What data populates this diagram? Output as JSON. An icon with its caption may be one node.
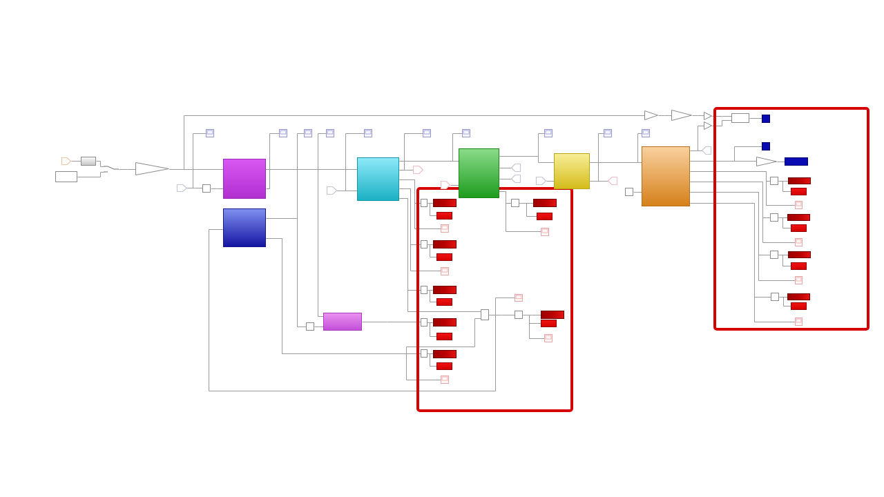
{
  "diagram": {
    "nodes": [
      {
        "text": [],
        "shape": "tag"
      },
      {
        "text": [],
        "shape": "box"
      },
      {
        "text": [],
        "shape": "box"
      },
      {
        "text": [],
        "shape": "switch"
      },
      {
        "text": [],
        "shape": "triangle"
      },
      {
        "text": [],
        "shape": "tag"
      },
      {
        "text": [],
        "shape": "box"
      },
      {
        "text": [],
        "shape": "box"
      },
      {
        "text": [],
        "shape": "box"
      },
      {
        "text": [],
        "shape": "box"
      },
      {
        "text": [],
        "shape": "box"
      },
      {
        "text": [],
        "shape": "box"
      },
      {
        "text": [],
        "shape": "box"
      },
      {
        "text": [],
        "shape": "box"
      },
      {
        "text": [],
        "shape": "box"
      },
      {
        "text": [],
        "shape": "tag"
      },
      {
        "text": [],
        "shape": "box"
      },
      {
        "text": [],
        "shape": "box"
      },
      {
        "text": [],
        "shape": "box"
      },
      {
        "text": [],
        "shape": "tag"
      },
      {
        "text": [],
        "shape": "box"
      },
      {
        "text": [],
        "shape": "box"
      },
      {
        "text": [],
        "shape": "tag"
      },
      {
        "text": [],
        "shape": "tag"
      },
      {
        "text": [],
        "shape": "box"
      },
      {
        "text": [],
        "shape": "tag"
      },
      {
        "text": [],
        "shape": "box"
      },
      {
        "text": [],
        "shape": "tag"
      },
      {
        "text": [],
        "shape": "box"
      },
      {
        "text": [],
        "shape": "box"
      },
      {
        "text": [],
        "shape": "box"
      },
      {
        "text": [],
        "shape": "box"
      },
      {
        "text": [],
        "shape": "triangle"
      },
      {
        "text": [],
        "shape": "triangle"
      },
      {
        "text": [],
        "shape": "triangle"
      },
      {
        "text": [],
        "shape": "triangle"
      },
      {
        "text": [],
        "shape": "tag"
      },
      {
        "text": [],
        "shape": "box"
      },
      {
        "text": [],
        "shape": "box"
      },
      {
        "text": [],
        "shape": "box"
      },
      {
        "text": [],
        "shape": "triangle"
      },
      {
        "text": [],
        "shape": "box"
      },
      {
        "text": [],
        "shape": "box"
      },
      {
        "text": [],
        "shape": "box"
      },
      {
        "text": [],
        "shape": "box"
      },
      {
        "text": [],
        "shape": "box"
      },
      {
        "text": [],
        "shape": "box"
      },
      {
        "text": [],
        "shape": "box"
      },
      {
        "text": [],
        "shape": "box"
      },
      {
        "text": [],
        "shape": "box"
      },
      {
        "text": [],
        "shape": "box"
      },
      {
        "text": [],
        "shape": "box"
      },
      {
        "text": [],
        "shape": "box"
      },
      {
        "text": [],
        "shape": "box"
      },
      {
        "text": [],
        "shape": "box"
      },
      {
        "text": [],
        "shape": "box"
      },
      {
        "text": [],
        "shape": "box"
      },
      {
        "text": [],
        "shape": "box"
      },
      {
        "text": [],
        "shape": "box"
      },
      {
        "text": [],
        "shape": "box"
      },
      {
        "text": [],
        "shape": "box"
      },
      {
        "text": [],
        "shape": "box"
      },
      {
        "text": [],
        "shape": "box"
      },
      {
        "text": [],
        "shape": "box"
      },
      {
        "text": [],
        "shape": "box"
      },
      {
        "text": [],
        "shape": "box"
      },
      {
        "text": [],
        "shape": "box"
      },
      {
        "text": [],
        "shape": "box"
      },
      {
        "text": [],
        "shape": "box"
      },
      {
        "text": [],
        "shape": "box"
      },
      {
        "text": [],
        "shape": "box"
      },
      {
        "text": [],
        "shape": "box"
      },
      {
        "text": [],
        "shape": "box"
      },
      {
        "text": [],
        "shape": "box"
      },
      {
        "text": [],
        "shape": "box"
      },
      {
        "text": [],
        "shape": "box"
      },
      {
        "text": [],
        "shape": "box"
      },
      {
        "text": [],
        "shape": "box"
      },
      {
        "text": [],
        "shape": "box"
      },
      {
        "text": [],
        "shape": "box"
      },
      {
        "text": [],
        "shape": "box"
      },
      {
        "text": [],
        "shape": "box"
      },
      {
        "text": [],
        "shape": "box"
      },
      {
        "text": [],
        "shape": "box"
      },
      {
        "text": [],
        "shape": "box"
      },
      {
        "text": [],
        "shape": "box"
      },
      {
        "text": [],
        "shape": "tag"
      }
    ],
    "edges": [
      {
        "from": 0,
        "to": 1,
        "arrow": "none"
      },
      {
        "from": 1,
        "to": 3,
        "arrow": "none"
      },
      {
        "from": 2,
        "to": 3,
        "arrow": "none"
      },
      {
        "from": 3,
        "to": 4,
        "arrow": "none"
      },
      {
        "from": 4,
        "to": 8,
        "arrow": "none"
      },
      {
        "from": 4,
        "to": 32,
        "arrow": "none"
      },
      {
        "from": 5,
        "to": 6,
        "arrow": "none"
      },
      {
        "from": 5,
        "to": 7,
        "arrow": "none"
      },
      {
        "from": 6,
        "to": 8,
        "arrow": "none"
      },
      {
        "from": 8,
        "to": 17,
        "arrow": "none"
      },
      {
        "from": 8,
        "to": 12,
        "arrow": "none"
      },
      {
        "from": 8,
        "to": 14,
        "arrow": "none"
      },
      {
        "from": 8,
        "to": 10,
        "arrow": "none"
      },
      {
        "from": 9,
        "to": 11,
        "arrow": "none"
      },
      {
        "from": 9,
        "to": 13,
        "arrow": "none"
      },
      {
        "from": 13,
        "to": 14,
        "arrow": "none"
      },
      {
        "from": 9,
        "to": 72,
        "arrow": "none"
      },
      {
        "from": 9,
        "to": 75,
        "arrow": "none"
      },
      {
        "from": 15,
        "to": 17,
        "arrow": "none"
      },
      {
        "from": 15,
        "to": 16,
        "arrow": "none"
      },
      {
        "from": 17,
        "to": 21,
        "arrow": "none"
      },
      {
        "from": 17,
        "to": 20,
        "arrow": "none"
      },
      {
        "from": 17,
        "to": 19,
        "arrow": "none"
      },
      {
        "from": 17,
        "to": 18,
        "arrow": "none"
      },
      {
        "from": 17,
        "to": 58,
        "arrow": "none"
      },
      {
        "from": 17,
        "to": 61,
        "arrow": "none"
      },
      {
        "from": 17,
        "to": 62,
        "arrow": "none"
      },
      {
        "from": 17,
        "to": 65,
        "arrow": "none"
      },
      {
        "from": 17,
        "to": 66,
        "arrow": "none"
      },
      {
        "from": 17,
        "to": 80,
        "arrow": "none"
      },
      {
        "from": 14,
        "to": 69,
        "arrow": "none"
      },
      {
        "from": 9,
        "to": 80,
        "arrow": "none"
      },
      {
        "from": 21,
        "to": 26,
        "arrow": "none"
      },
      {
        "from": 21,
        "to": 24,
        "arrow": "none"
      },
      {
        "from": 21,
        "to": 22,
        "arrow": "none"
      },
      {
        "from": 21,
        "to": 23,
        "arrow": "none"
      },
      {
        "from": 21,
        "to": 76,
        "arrow": "none"
      },
      {
        "from": 21,
        "to": 79,
        "arrow": "none"
      },
      {
        "from": 25,
        "to": 26,
        "arrow": "none"
      },
      {
        "from": 26,
        "to": 31,
        "arrow": "none"
      },
      {
        "from": 26,
        "to": 30,
        "arrow": "none"
      },
      {
        "from": 26,
        "to": 27,
        "arrow": "none"
      },
      {
        "from": 26,
        "to": 28,
        "arrow": "none"
      },
      {
        "from": 29,
        "to": 31,
        "arrow": "none"
      },
      {
        "from": 32,
        "to": 33,
        "arrow": "none"
      },
      {
        "from": 33,
        "to": 34,
        "arrow": "none"
      },
      {
        "from": 31,
        "to": 35,
        "arrow": "none"
      },
      {
        "from": 31,
        "to": 36,
        "arrow": "none"
      },
      {
        "from": 34,
        "to": 37,
        "arrow": "none"
      },
      {
        "from": 35,
        "to": 37,
        "arrow": "none"
      },
      {
        "from": 37,
        "to": 38,
        "arrow": "none"
      },
      {
        "from": 31,
        "to": 39,
        "arrow": "none"
      },
      {
        "from": 31,
        "to": 40,
        "arrow": "none"
      },
      {
        "from": 40,
        "to": 41,
        "arrow": "none"
      },
      {
        "from": 31,
        "to": 42,
        "arrow": "none"
      },
      {
        "from": 31,
        "to": 45,
        "arrow": "none"
      },
      {
        "from": 42,
        "to": 43,
        "arrow": "none"
      },
      {
        "from": 42,
        "to": 44,
        "arrow": "none"
      },
      {
        "from": 31,
        "to": 46,
        "arrow": "none"
      },
      {
        "from": 31,
        "to": 49,
        "arrow": "none"
      },
      {
        "from": 46,
        "to": 47,
        "arrow": "none"
      },
      {
        "from": 46,
        "to": 48,
        "arrow": "none"
      },
      {
        "from": 31,
        "to": 50,
        "arrow": "none"
      },
      {
        "from": 31,
        "to": 53,
        "arrow": "none"
      },
      {
        "from": 50,
        "to": 51,
        "arrow": "none"
      },
      {
        "from": 50,
        "to": 52,
        "arrow": "none"
      },
      {
        "from": 31,
        "to": 54,
        "arrow": "none"
      },
      {
        "from": 31,
        "to": 57,
        "arrow": "none"
      },
      {
        "from": 54,
        "to": 55,
        "arrow": "none"
      },
      {
        "from": 54,
        "to": 56,
        "arrow": "none"
      },
      {
        "from": 58,
        "to": 59,
        "arrow": "none"
      },
      {
        "from": 58,
        "to": 60,
        "arrow": "none"
      },
      {
        "from": 62,
        "to": 63,
        "arrow": "none"
      },
      {
        "from": 62,
        "to": 64,
        "arrow": "none"
      },
      {
        "from": 66,
        "to": 67,
        "arrow": "none"
      },
      {
        "from": 66,
        "to": 68,
        "arrow": "none"
      },
      {
        "from": 69,
        "to": 70,
        "arrow": "none"
      },
      {
        "from": 69,
        "to": 71,
        "arrow": "none"
      },
      {
        "from": 72,
        "to": 73,
        "arrow": "none"
      },
      {
        "from": 72,
        "to": 74,
        "arrow": "none"
      },
      {
        "from": 76,
        "to": 77,
        "arrow": "none"
      },
      {
        "from": 76,
        "to": 78,
        "arrow": "none"
      },
      {
        "from": 80,
        "to": 82,
        "arrow": "none"
      },
      {
        "from": 80,
        "to": 81,
        "arrow": "none"
      },
      {
        "from": 80,
        "to": 9,
        "arrow": "none"
      },
      {
        "from": 82,
        "to": 83,
        "arrow": "none"
      },
      {
        "from": 82,
        "to": 84,
        "arrow": "none"
      },
      {
        "from": 82,
        "to": 85,
        "arrow": "none"
      },
      {
        "from": 86,
        "to": 21,
        "arrow": "none"
      }
    ]
  }
}
